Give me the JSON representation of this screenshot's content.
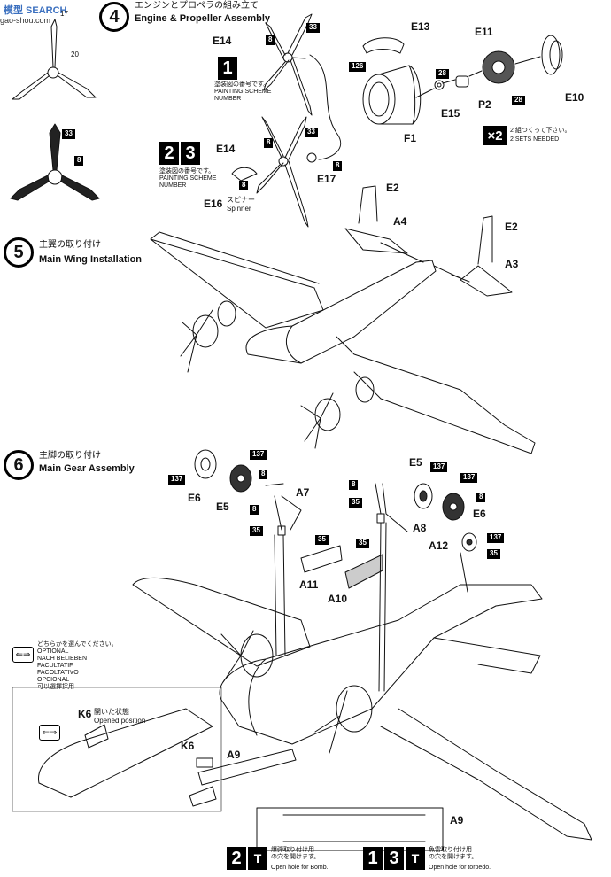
{
  "watermark": {
    "site": "模型 SEARCH",
    "url": "gao-shou.com"
  },
  "step4": {
    "number": "4",
    "title_jp": "エンジンとプロペラの組み立て",
    "title_en": "Engine & Propeller Assembly",
    "scheme1_text": "塗装図の番号です。\nPAINTING SCHEME\nNUMBER",
    "scheme23_text": "塗装図の番号です。\nPAINTING SCHEME\nNUMBER",
    "spinner_jp": "スピナー",
    "spinner_en": "Spinner",
    "sets_jp": "2 組つくって下さい。",
    "sets_en": "2 SETS NEEDED",
    "times": "×2"
  },
  "step5": {
    "number": "5",
    "title_jp": "主翼の取り付け",
    "title_en": "Main Wing Installation"
  },
  "step6": {
    "number": "6",
    "title_jp": "主脚の取り付け",
    "title_en": "Main Gear Assembly",
    "optional": "どちらかを選んでください。\nOPTIONAL\nNACH BELIEBEN\nFACULTATIF\nFACOLTATIVO\nOPCIONAL\n可以選擇採用",
    "opened_jp": "開いた状態",
    "opened_en": "Opened position",
    "bomb_jp": "爆弾取り付け用\nの穴を開けます。",
    "bomb_en": "Open hole for Bomb.",
    "torpedo_jp": "魚雷取り付け用\nの穴を開けます。",
    "torpedo_en": "Open hole for torpedo."
  },
  "scheme_numbers": {
    "one": "1",
    "two": "2",
    "three": "3"
  },
  "part_labels": {
    "E14a": "E14",
    "E14b": "E14",
    "E13": "E13",
    "E11": "E11",
    "E10": "E10",
    "E15": "E15",
    "P2": "P2",
    "F1": "F1",
    "E17": "E17",
    "E16": "E16",
    "E2a": "E2",
    "E2b": "E2",
    "A4": "A4",
    "A3": "A3",
    "E5a": "E5",
    "E5b": "E5",
    "E6a": "E6",
    "E6b": "E6",
    "A7": "A7",
    "A8": "A8",
    "A11": "A11",
    "A10": "A10",
    "A12": "A12",
    "K6a": "K6",
    "K6b": "K6",
    "A9a": "A9",
    "A9b": "A9"
  },
  "color_codes": {
    "c17": "17",
    "c20": "20",
    "c33a": "33",
    "c8a": "8",
    "c8b": "8",
    "c33b": "33",
    "c8c": "8",
    "c33c": "33",
    "c126": "126",
    "c28a": "28",
    "c28b": "28",
    "c8d": "8",
    "c8e": "8",
    "c137a": "137",
    "c137b": "137",
    "c8f": "8",
    "c8g": "8",
    "c35a": "35",
    "c137c": "137",
    "c137d": "137",
    "c8h": "8",
    "c8i": "8",
    "c35b": "35",
    "c35c": "35",
    "c35d": "35",
    "c137e": "137",
    "c35e": "35"
  }
}
